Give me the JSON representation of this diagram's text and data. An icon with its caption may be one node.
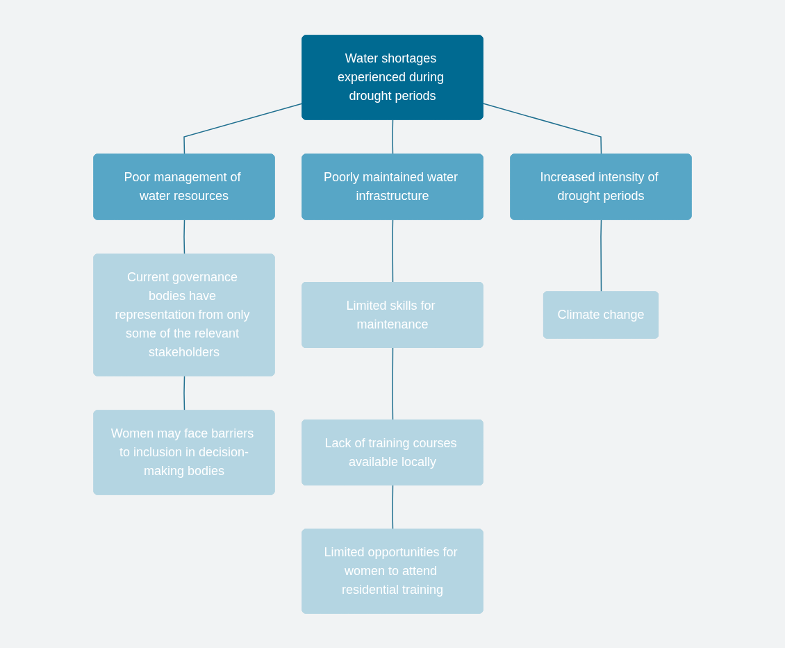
{
  "diagram": {
    "nodes": [
      {
        "text": [
          "Water shortages experienced during drought periods"
        ]
      },
      {
        "text": [
          "Poor management of water resources"
        ]
      },
      {
        "text": [
          "Poorly maintained water infrastructure"
        ]
      },
      {
        "text": [
          "Increased intensity of drought periods"
        ]
      },
      {
        "text": [
          "Current governance bodies have representation from only some of the relevant stakeholders"
        ]
      },
      {
        "text": [
          "Limited skills for maintenance"
        ]
      },
      {
        "text": [
          "Climate change"
        ]
      },
      {
        "text": [
          "Women may face barriers to inclusion in decision-making bodies"
        ]
      },
      {
        "text": [
          "Lack of training courses available locally"
        ]
      },
      {
        "text": [
          "Limited opportunities for women to attend residential training"
        ]
      }
    ],
    "edges": [
      {
        "from": 0,
        "to": 1,
        "arrow": "none"
      },
      {
        "from": 0,
        "to": 2,
        "arrow": "none"
      },
      {
        "from": 0,
        "to": 3,
        "arrow": "none"
      },
      {
        "from": 1,
        "to": 4,
        "arrow": "none"
      },
      {
        "from": 2,
        "to": 5,
        "arrow": "none"
      },
      {
        "from": 3,
        "to": 6,
        "arrow": "none"
      },
      {
        "from": 4,
        "to": 7,
        "arrow": "none"
      },
      {
        "from": 5,
        "to": 8,
        "arrow": "none"
      },
      {
        "from": 8,
        "to": 9,
        "arrow": "none"
      }
    ]
  }
}
